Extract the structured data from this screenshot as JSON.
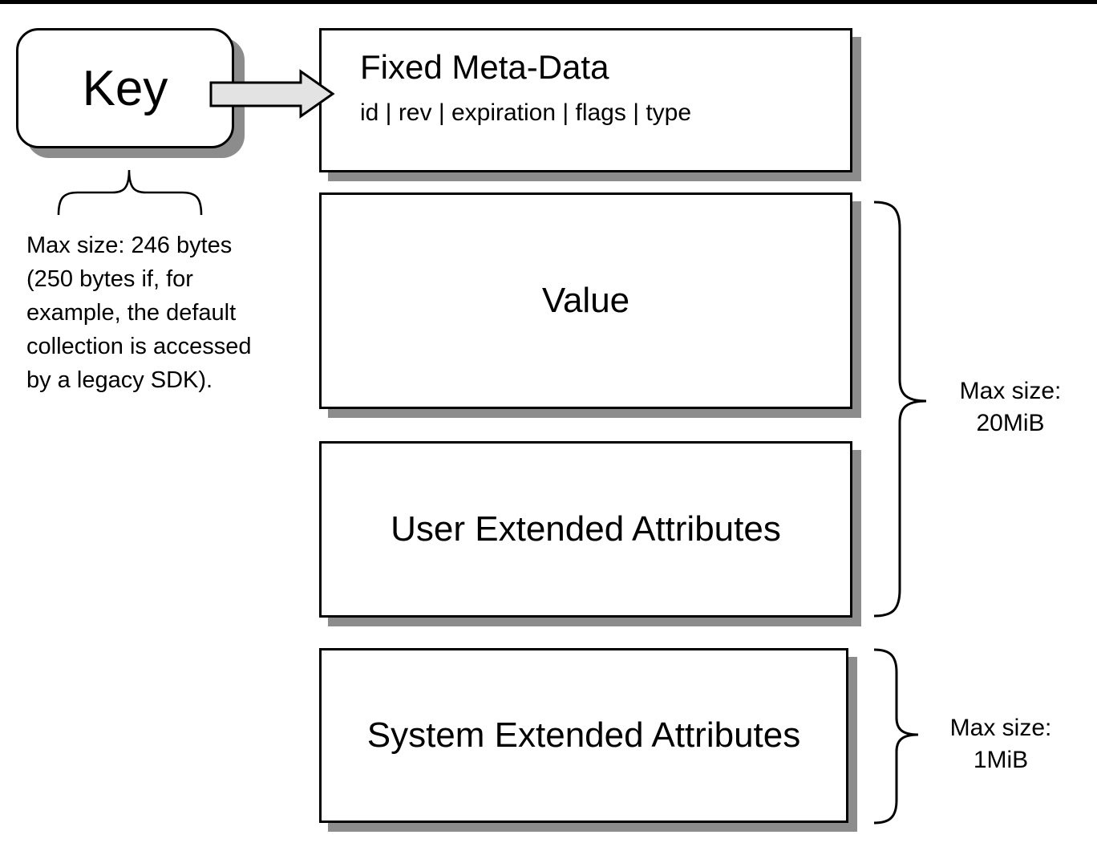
{
  "key_box": {
    "label": "Key"
  },
  "fixed_meta": {
    "title": "Fixed Meta-Data",
    "fields": "id | rev | expiration | flags | type"
  },
  "key_note": {
    "lines": [
      "Max size: 246 bytes",
      "(250 bytes if, for",
      "example, the default",
      "collection is accessed",
      "by a legacy SDK)."
    ]
  },
  "value_box": {
    "label": "Value"
  },
  "user_xattr_box": {
    "label": "User Extended Attributes"
  },
  "system_xattr_box": {
    "label": "System Extended Attributes"
  },
  "body_size_note": {
    "line1": "Max size:",
    "line2": "20MiB"
  },
  "system_size_note": {
    "line1": "Max size:",
    "line2": "1MiB"
  },
  "colors": {
    "background": "#ffffff",
    "box_fill": "#ffffff",
    "box_border": "#000000",
    "shadow": "#8c8c8c",
    "arrow_fill": "#e3e3e3",
    "text": "#000000",
    "top_bar": "#000000"
  }
}
